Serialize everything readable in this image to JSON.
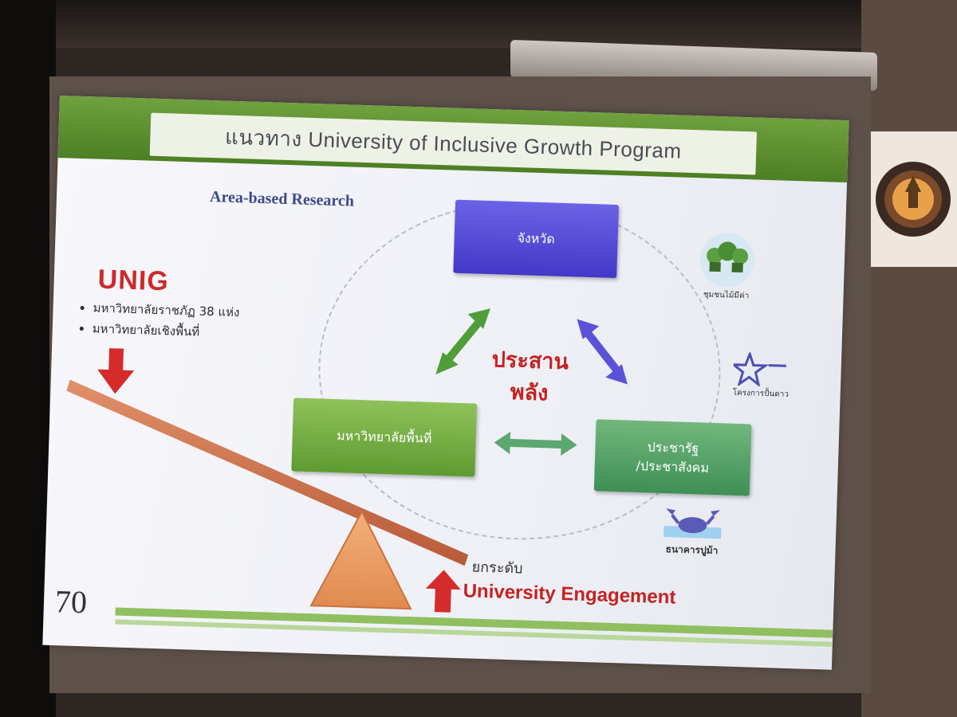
{
  "slide": {
    "title": "แนวทาง University of Inclusive Growth Program",
    "subtitle": "Area-based Research",
    "unig": {
      "heading": "UNIG",
      "bullets": [
        "มหาวิทยาลัยราชภัฏ 38 แห่ง",
        "มหาวิทยาลัยเชิงพื้นที่"
      ]
    },
    "boxes": {
      "province": "จังหวัด",
      "university": "มหาวิทยาลัยพื้นที่",
      "civil_state": "ประชารัฐ",
      "civil_society": "/ประชาสังคม"
    },
    "center": {
      "line1": "ประสาน",
      "line2": "พลัง"
    },
    "lift_label": "ยกระดับ",
    "engagement_label": "University Engagement",
    "icons": {
      "village_caption": "ชุมชนไม้มีค่า",
      "star_caption": "โครงการปั้นดาว",
      "crab_caption": "ธนาคารปูม้า"
    },
    "logo_text": "70"
  },
  "colors": {
    "accent_red": "#c62121",
    "box_blue": "#4f45d3",
    "box_green": "#5e9b31",
    "title_green": "#4d7f24"
  }
}
